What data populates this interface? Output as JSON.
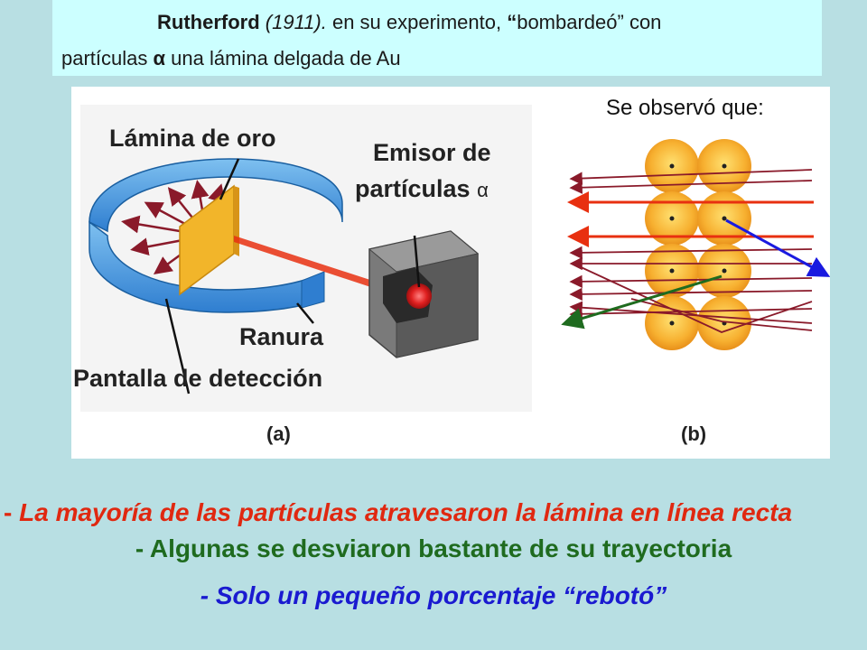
{
  "header": {
    "author": "Rutherford",
    "year": "(1911).",
    "text1": " en  su experimento, ",
    "quote_open": "“",
    "text2": "bombardeó” con",
    "line2_a": "partículas ",
    "alpha": "α",
    "line2_b": " una lámina delgada de Au"
  },
  "figure_a": {
    "label_foil": "Lámina de oro",
    "label_emitter_1": "Emisor de",
    "label_emitter_2": "partículas",
    "label_emitter_alpha": "α",
    "label_slit": "Ranura",
    "label_screen": "Pantalla de detección",
    "caption": "(a)"
  },
  "figure_b": {
    "observed_title": "Se observó que:",
    "caption": "(b)"
  },
  "observations": {
    "line1_dash": "- ",
    "line1": "La mayoría de las partículas atravesaron la lámina en línea recta",
    "line2": "- Algunas se desviaron bastante de su trayectoria",
    "line3": "- Solo un pequeño porcentaje “rebotó”"
  },
  "colors": {
    "background": "#b8dfe3",
    "header_bg": "#ccffff",
    "red_text": "#e02810",
    "green_text": "#1f6b1f",
    "blue_text": "#1a1ad0",
    "screen_blue": "#3a8fd8",
    "gold_foil": "#f0b020",
    "atom_orange": "#f5a623"
  }
}
